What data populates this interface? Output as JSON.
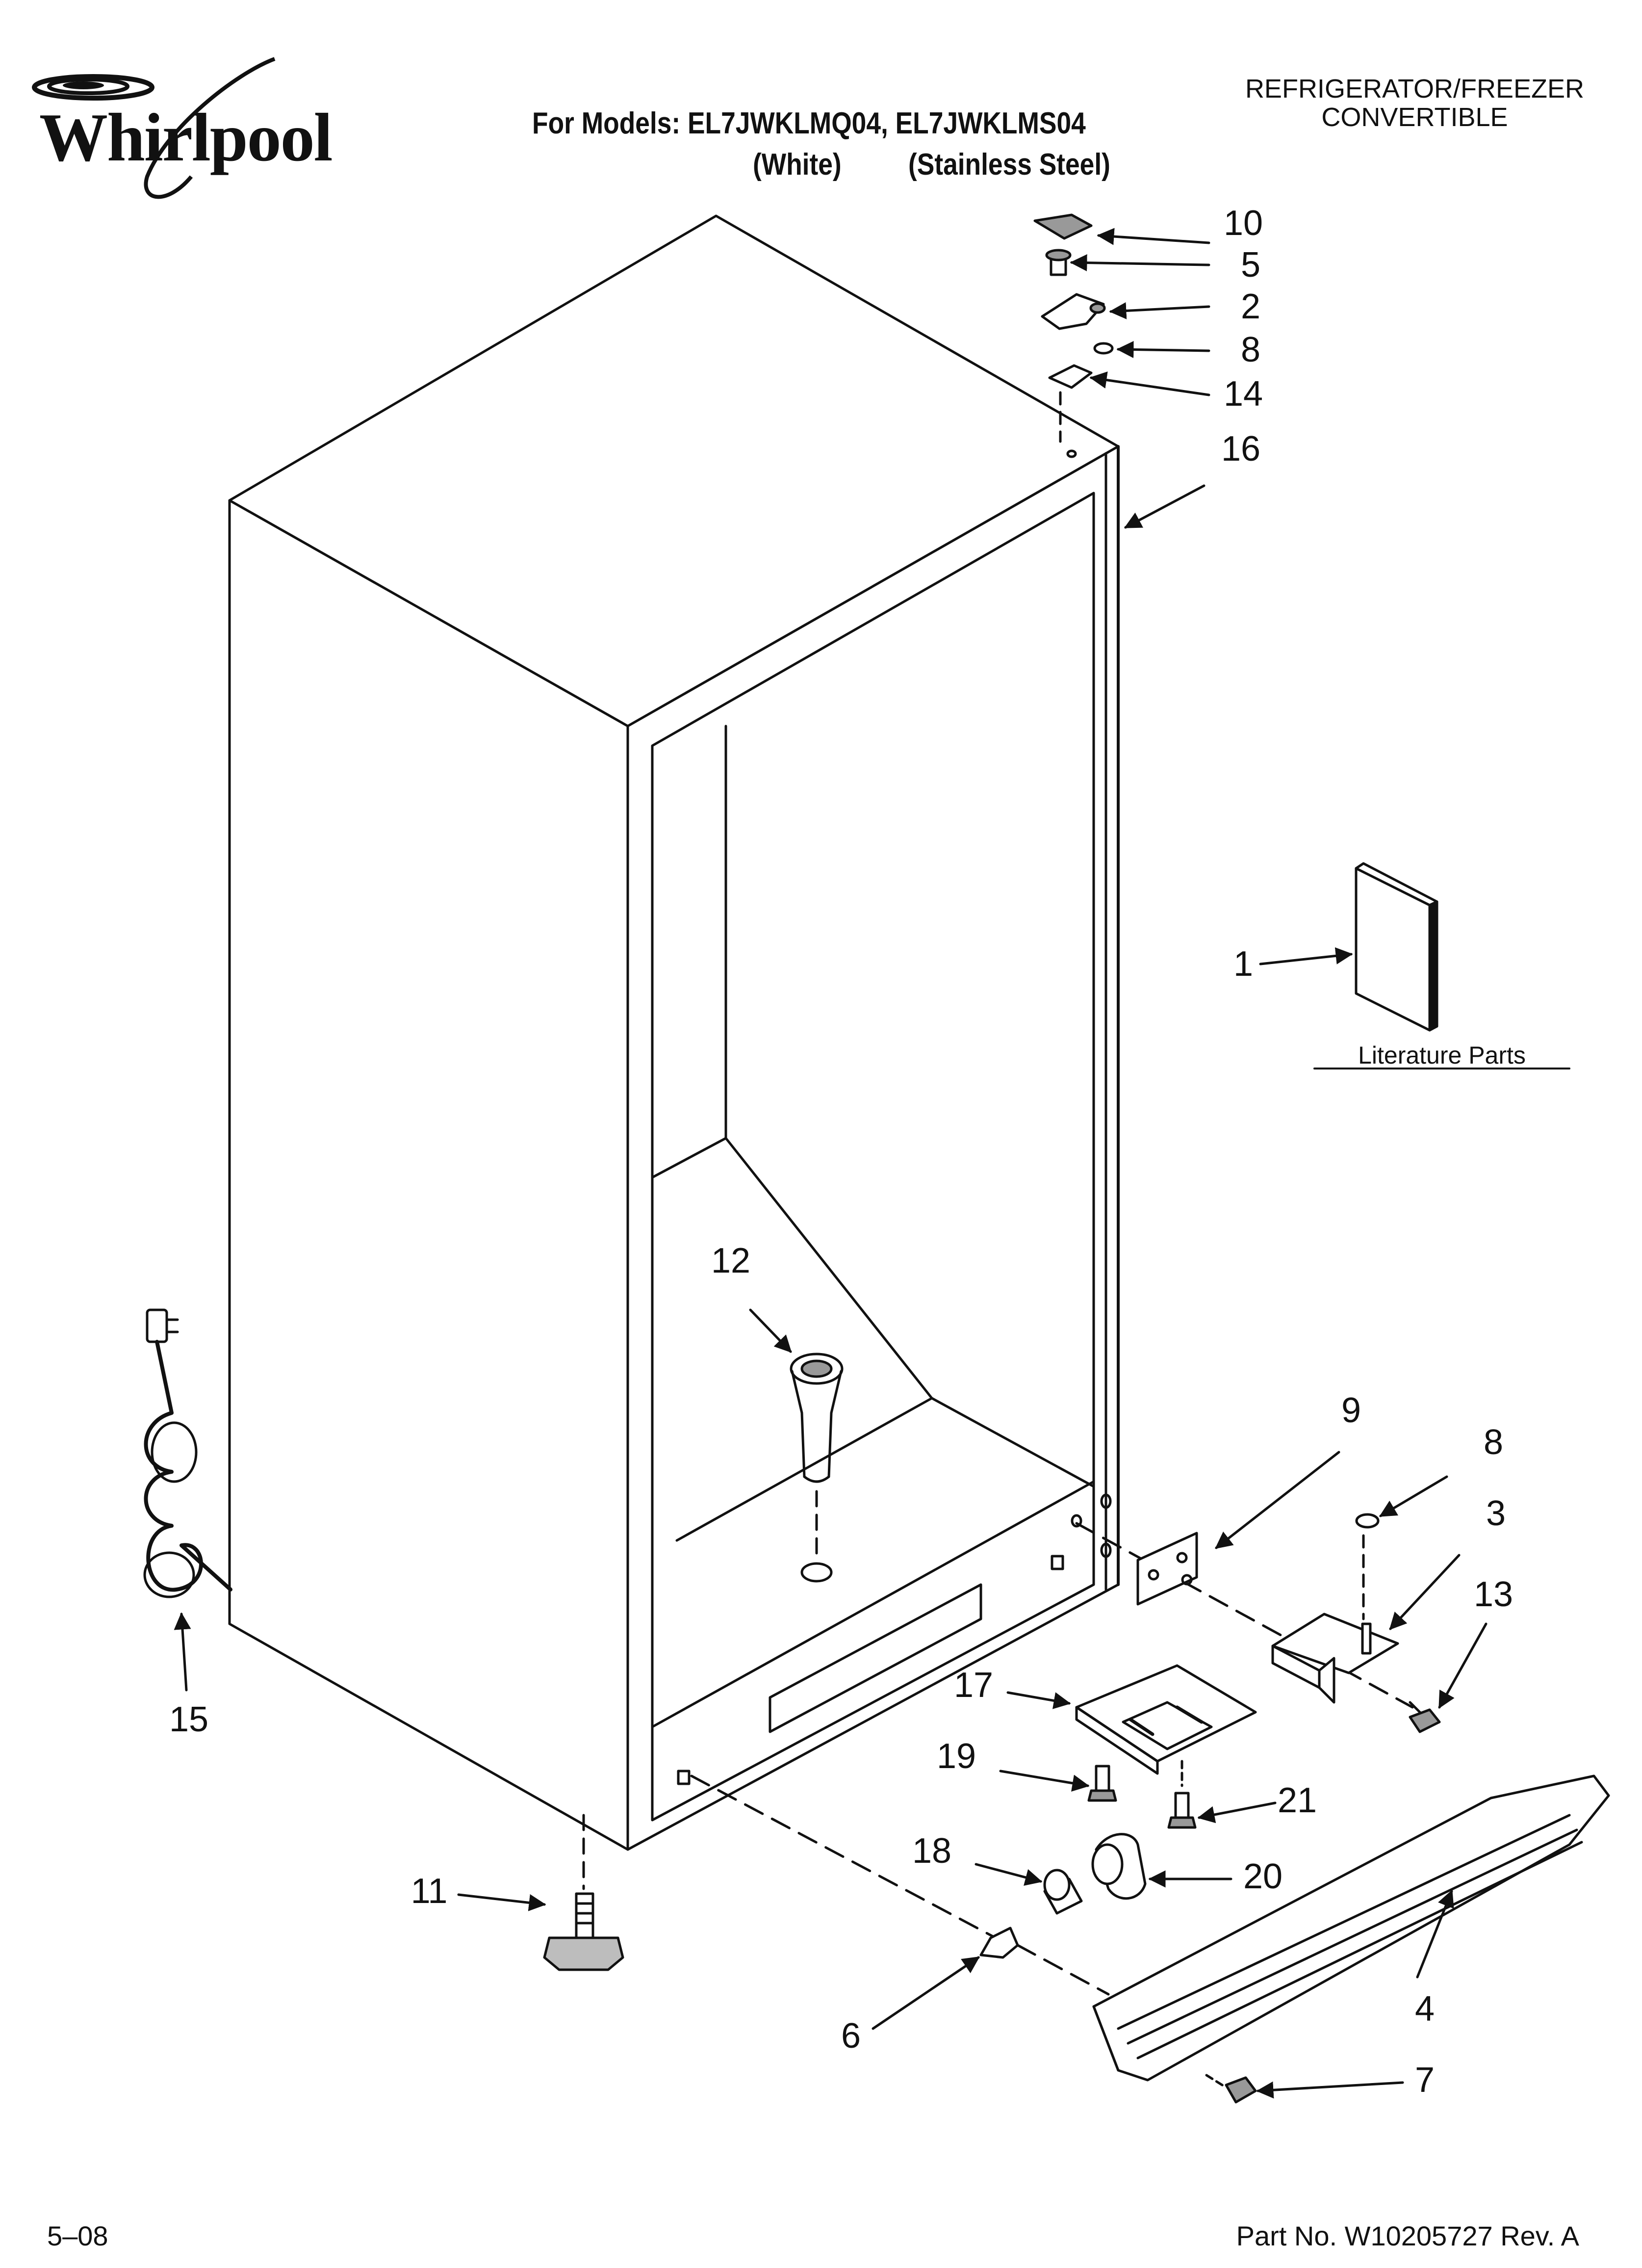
{
  "brand": {
    "logo_text": "Whirlpool"
  },
  "header": {
    "models_line": "For Models: EL7JWKLMQ04, EL7JWKLMS04",
    "variant_white": "(White)",
    "variant_steel": "(Stainless Steel)",
    "category_line1": "REFRIGERATOR/FREEZER",
    "category_line2": "CONVERTIBLE"
  },
  "diagram": {
    "literature_label": "Literature Parts",
    "callouts": {
      "c1": "1",
      "c2": "2",
      "c3": "3",
      "c4": "4",
      "c5": "5",
      "c6": "6",
      "c7": "7",
      "c8a": "8",
      "c8b": "8",
      "c9": "9",
      "c10": "10",
      "c11": "11",
      "c12": "12",
      "c13": "13",
      "c14": "14",
      "c15": "15",
      "c16": "16",
      "c17": "17",
      "c18": "18",
      "c19": "19",
      "c20": "20",
      "c21": "21"
    }
  },
  "footer": {
    "date": "5–08",
    "part_number": "Part No. W10205727 Rev. A"
  },
  "colors": {
    "ink": "#111111",
    "paper": "#ffffff",
    "fill_gray": "#bdbdbd"
  }
}
